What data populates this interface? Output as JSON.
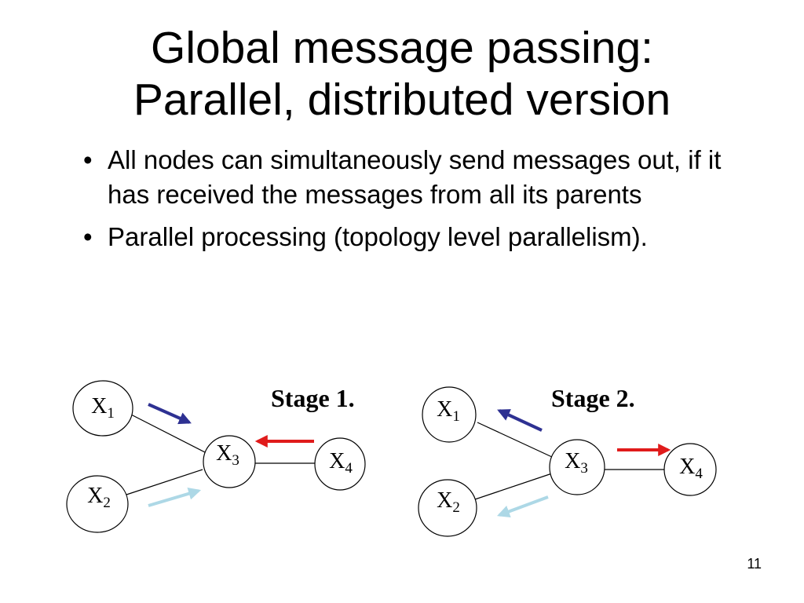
{
  "slide": {
    "title_line1": "Global message passing:",
    "title_line2": "Parallel, distributed version",
    "bullets": [
      "All nodes can simultaneously send messages out, if it has received the messages from all its parents",
      "Parallel processing (topology level parallelism)."
    ],
    "bullet_glyph": "•",
    "page_number": "11"
  },
  "diagrams": [
    {
      "stage_label": "Stage 1.",
      "nodes": [
        {
          "letter": "X",
          "sub": "1"
        },
        {
          "letter": "X",
          "sub": "2"
        },
        {
          "letter": "X",
          "sub": "3"
        },
        {
          "letter": "X",
          "sub": "4"
        }
      ],
      "arrows": [
        {
          "from": "X1",
          "to": "X3",
          "color": "#2e3192"
        },
        {
          "from": "X2",
          "to": "X3",
          "color": "#add8e6"
        },
        {
          "from": "X4",
          "to": "X3",
          "color": "#e01b1b"
        }
      ]
    },
    {
      "stage_label": "Stage 2.",
      "nodes": [
        {
          "letter": "X",
          "sub": "1"
        },
        {
          "letter": "X",
          "sub": "2"
        },
        {
          "letter": "X",
          "sub": "3"
        },
        {
          "letter": "X",
          "sub": "4"
        }
      ],
      "arrows": [
        {
          "from": "X3",
          "to": "X1",
          "color": "#2e3192"
        },
        {
          "from": "X3",
          "to": "X2",
          "color": "#add8e6"
        },
        {
          "from": "X3",
          "to": "X4",
          "color": "#e01b1b"
        }
      ]
    }
  ]
}
